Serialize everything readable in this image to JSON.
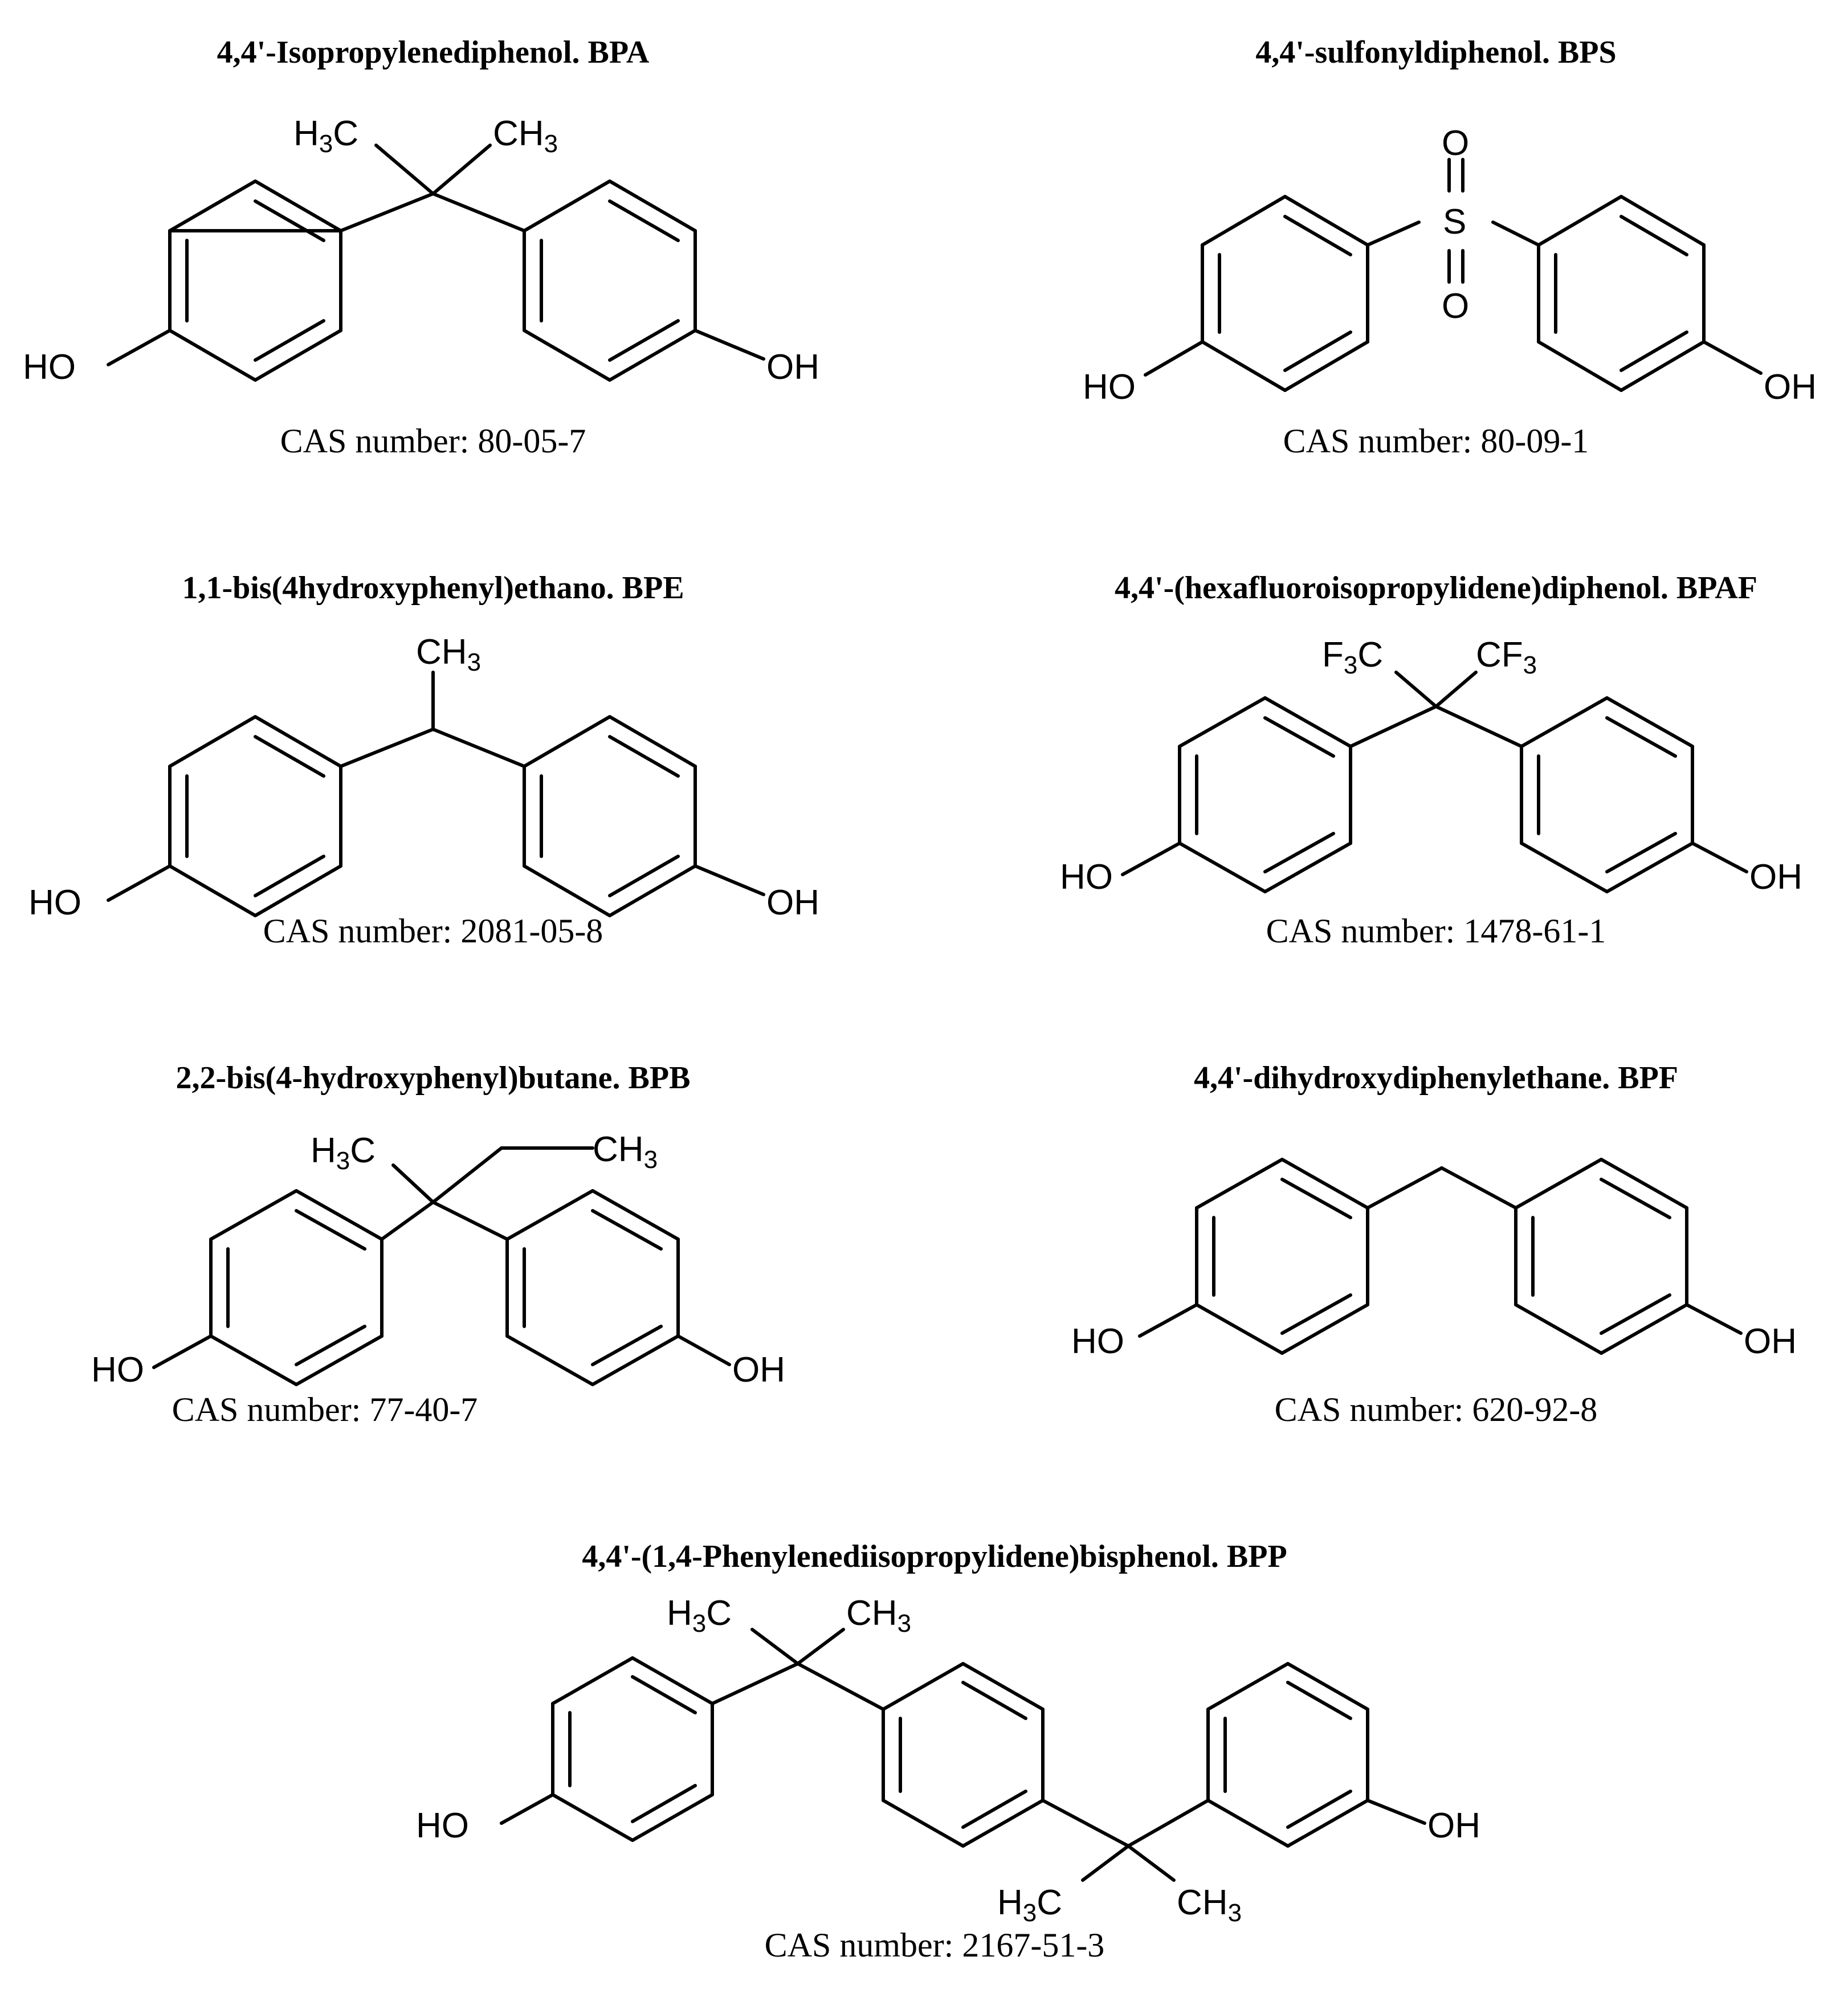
{
  "compounds": [
    {
      "id": "bpa",
      "name": "4,4'-Isopropylenediphenol. BPA",
      "cas": "CAS number: 80-05-7"
    },
    {
      "id": "bps",
      "name": "4,4'-sulfonyldiphenol. BPS",
      "cas": "CAS number: 80-09-1"
    },
    {
      "id": "bpe",
      "name": "1,1-bis(4hydroxyphenyl)ethano. BPE",
      "cas": "CAS number: 2081-05-8"
    },
    {
      "id": "bpaf",
      "name": "4,4'-(hexafluoroisopropylidene)diphenol. BPAF",
      "cas": "CAS number: 1478-61-1"
    },
    {
      "id": "bpb",
      "name": "2,2-bis(4-hydroxyphenyl)butane. BPB",
      "cas": "CAS number: 77-40-7"
    },
    {
      "id": "bpf",
      "name": "4,4'-dihydroxydiphenylethane. BPF",
      "cas": "CAS number: 620-92-8"
    },
    {
      "id": "bpp",
      "name": "4,4'-(1,4-Phenylenediisopropylidene)bisphenol. BPP",
      "cas": "CAS number: 2167-51-3"
    }
  ],
  "atom_labels": {
    "hydroxyl": "HO",
    "hydroxyl_right": "OH",
    "methyl_left": "H3C",
    "methyl_right": "CH3",
    "trifluoromethyl_left": "F3C",
    "trifluoromethyl_right": "CF3",
    "oxygen": "O",
    "sulfur": "S"
  }
}
